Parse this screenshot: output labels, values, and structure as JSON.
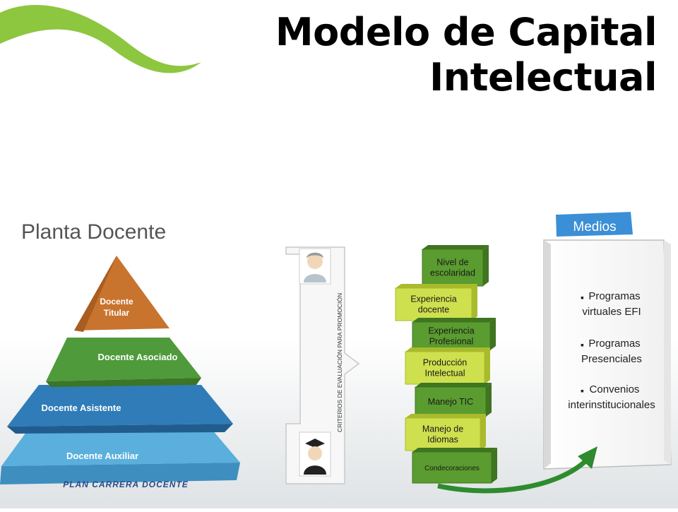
{
  "title": "Modelo de Capital Intelectual",
  "planta": {
    "heading": "Planta Docente",
    "levels": [
      {
        "label": "Docente Titular",
        "color": "#c8742f"
      },
      {
        "label": "Docente Asociado",
        "color": "#4f9a3a"
      },
      {
        "label": "Docente Asistente",
        "color": "#2a73ad"
      },
      {
        "label": "Docente Auxiliar",
        "color": "#4a9fce"
      }
    ],
    "footer": "PLAN CARRERA DOCENTE"
  },
  "criteria_label": "CRITERIOS DE EVALUACIÓN PARA PROMOCIÓN",
  "blocks": [
    {
      "label": "Nivel de escolaridad",
      "color": "#5a9c2f"
    },
    {
      "label": "Experiencia docente",
      "color": "#cfe04f"
    },
    {
      "label": "Experiencia Profesional",
      "color": "#5a9c2f"
    },
    {
      "label": "Producción Intelectual",
      "color": "#cfe04f"
    },
    {
      "label": "Manejo TIC",
      "color": "#5a9c2f"
    },
    {
      "label": "Manejo de Idiomas",
      "color": "#cfe04f"
    },
    {
      "label": "Condecoraciones",
      "color": "#5a9c2f"
    }
  ],
  "medios": {
    "label": "Medios",
    "items": [
      "Programas virtuales EFI",
      "Programas Presenciales",
      "Convenios interinstitucionales"
    ]
  },
  "colors": {
    "swoosh": "#8dc63f",
    "medios_tab": "#3b8fd6",
    "arrow": "#2e8b2e"
  }
}
